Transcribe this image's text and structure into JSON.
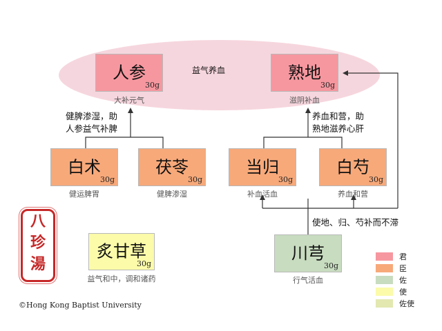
{
  "title": "八珍湯",
  "center_label": "益气养血",
  "herbs": {
    "renshen": {
      "name": "人参",
      "dose": "30g",
      "function": "大补元气",
      "role": "君"
    },
    "shudi": {
      "name": "熟地",
      "dose": "30g",
      "function": "滋阴补血",
      "role": "君"
    },
    "baizhu": {
      "name": "白术",
      "dose": "30g",
      "function": "健运脾胃",
      "role": "臣"
    },
    "fuling": {
      "name": "茯苓",
      "dose": "30g",
      "function": "健脾渗湿",
      "role": "臣"
    },
    "danggui": {
      "name": "当归",
      "dose": "30g",
      "function": "补血活血",
      "role": "臣"
    },
    "baishao": {
      "name": "白芍",
      "dose": "30g",
      "function": "养血和营",
      "role": "臣"
    },
    "chuanxiong": {
      "name": "川芎",
      "dose": "30g",
      "function": "行气活血",
      "role": "佐"
    },
    "gancao": {
      "name": "炙甘草",
      "dose": "30g",
      "function": "益气和中，调和诸药",
      "role": "佐使"
    }
  },
  "notes": {
    "left": [
      "健脾渗湿，助",
      "人参益气补脾"
    ],
    "right": [
      "养血和营，助",
      "熟地滋养心肝"
    ],
    "chuanxiong": "使地、归、芍补而不滞"
  },
  "legend": [
    {
      "label": "君",
      "color": "#f6979f"
    },
    {
      "label": "臣",
      "color": "#f7a97a"
    },
    {
      "label": "佐",
      "color": "#c8dcc0"
    },
    {
      "label": "使",
      "color": "#fbfbaa"
    },
    {
      "label": "佐使",
      "color": "#e2e8b0"
    }
  ],
  "copyright": "©Hong Kong Baptist University"
}
